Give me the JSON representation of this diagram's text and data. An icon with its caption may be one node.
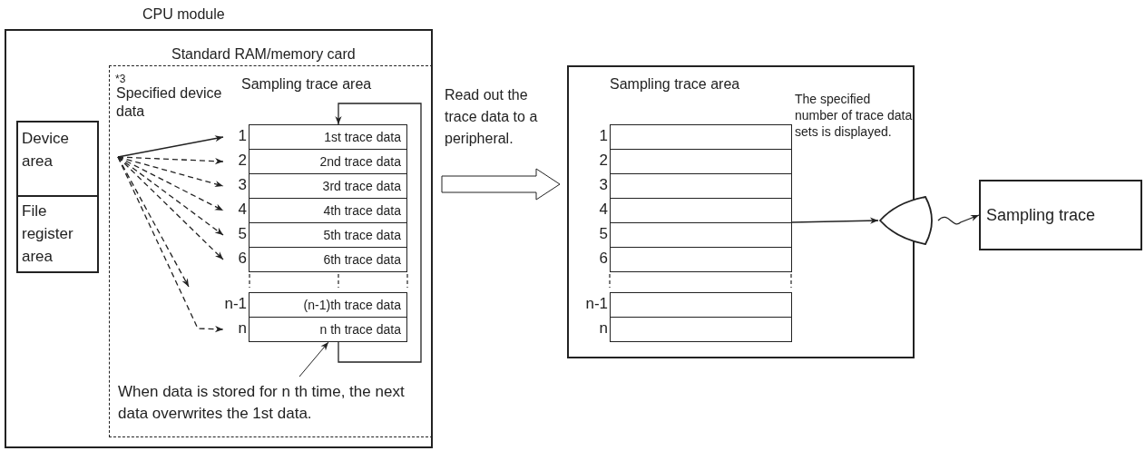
{
  "diagram": {
    "nodes": [
      {
        "text": [
          "CPU module"
        ]
      },
      {
        "text": [
          "Device area"
        ],
        "in": 0
      },
      {
        "text": [
          "File register area"
        ],
        "in": 0
      },
      {
        "text": [
          "Standard RAM/memory card"
        ],
        "in": 0
      },
      {
        "text": [
          "Sampling trace area"
        ],
        "in": 3
      },
      {
        "text": [
          "1st trace data"
        ],
        "beside": [
          "1"
        ],
        "in": 4
      },
      {
        "text": [
          "2nd trace data"
        ],
        "beside": [
          "2"
        ],
        "in": 4
      },
      {
        "text": [
          "3rd trace data"
        ],
        "beside": [
          "3"
        ],
        "in": 4
      },
      {
        "text": [
          "4th trace data"
        ],
        "beside": [
          "4"
        ],
        "in": 4
      },
      {
        "text": [
          "5th trace data"
        ],
        "beside": [
          "5"
        ],
        "in": 4
      },
      {
        "text": [
          "6th trace data"
        ],
        "beside": [
          "6"
        ],
        "in": 4
      },
      {
        "text": [
          "(n-1)th trace data"
        ],
        "beside": [
          "n-1"
        ],
        "in": 4
      },
      {
        "text": [
          "n th trace data"
        ],
        "beside": [
          "n"
        ],
        "in": 4
      },
      {
        "text": [],
        "shape": "box"
      },
      {
        "text": [
          "Sampling trace area"
        ],
        "in": 13
      },
      {
        "text": [],
        "shape": "box",
        "beside": [
          "1"
        ],
        "in": 14
      },
      {
        "text": [],
        "shape": "box",
        "beside": [
          "2"
        ],
        "in": 14
      },
      {
        "text": [],
        "shape": "box",
        "beside": [
          "3"
        ],
        "in": 14
      },
      {
        "text": [],
        "shape": "box",
        "beside": [
          "4"
        ],
        "in": 14
      },
      {
        "text": [],
        "shape": "box",
        "beside": [
          "5"
        ],
        "in": 14
      },
      {
        "text": [],
        "shape": "box",
        "beside": [
          "6"
        ],
        "in": 14
      },
      {
        "text": [],
        "shape": "box",
        "beside": [
          "n-1"
        ],
        "in": 14
      },
      {
        "text": [],
        "shape": "box",
        "beside": [
          "n"
        ],
        "in": 14
      },
      {
        "text": [],
        "shape": "display"
      },
      {
        "text": [
          "Sampling trace"
        ]
      },
      {
        "text": [
          "When data is stored for n th time, the next data overwrites the 1st data."
        ],
        "in": 3
      }
    ],
    "edges": [
      {
        "from": null,
        "to": 5,
        "arrow": "to"
      },
      {
        "from": null,
        "to": 6,
        "arrow": "to",
        "style": "dashed"
      },
      {
        "from": null,
        "to": 7,
        "arrow": "to",
        "style": "dashed"
      },
      {
        "from": null,
        "to": 8,
        "arrow": "to",
        "style": "dashed"
      },
      {
        "from": null,
        "to": 9,
        "arrow": "to",
        "style": "dashed"
      },
      {
        "from": null,
        "to": 10,
        "arrow": "to",
        "style": "dashed"
      },
      {
        "from": null,
        "to": 4,
        "arrow": "to",
        "style": "dashed"
      },
      {
        "from": null,
        "to": 12,
        "arrow": "to",
        "style": "dashed"
      },
      {
        "from": 12,
        "to": 5,
        "arrow": "to"
      },
      {
        "from": 25,
        "to": 12,
        "arrow": "to"
      },
      {
        "from": 3,
        "to": 13,
        "arrow": "to",
        "label": "Read out the trace data to a peripheral.",
        "style": "thick"
      },
      {
        "from": 18,
        "to": 23,
        "arrow": "to"
      },
      {
        "from": 23,
        "to": 24,
        "arrow": "to"
      }
    ],
    "labels": [
      "*3",
      "Specified device data",
      "The specified number of trace data sets is displayed."
    ]
  }
}
